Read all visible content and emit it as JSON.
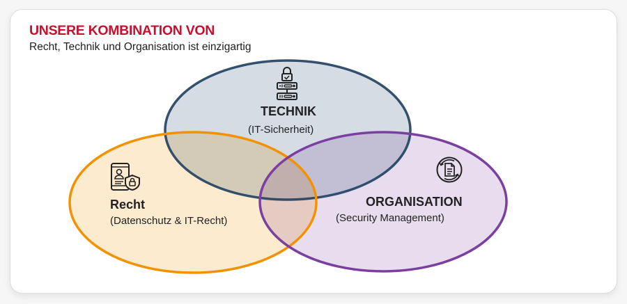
{
  "header": {
    "title": "UNSERE KOMBINATION VON",
    "subtitle": "Recht, Technik und Organisation ist einzigartig"
  },
  "colors": {
    "title_red": "#C8102E",
    "technik_stroke": "#1F3F5F",
    "technik_fill": "#D5DCE3",
    "recht_stroke": "#F39200",
    "recht_fill": "#FDE9CB",
    "organisation_stroke": "#7B3FA0",
    "organisation_fill": "#E6DAEE"
  },
  "circles": {
    "technik": {
      "heading": "TECHNIK",
      "subheading": "(IT-Sicherheit)",
      "icon": "server-lock-icon"
    },
    "recht": {
      "heading": "Recht",
      "subheading": "(Datenschutz & IT-Recht)",
      "icon": "tablet-user-shield-lock-icon"
    },
    "organisation": {
      "heading": "ORGANISATION",
      "subheading": "(Security Management)",
      "icon": "document-cycle-icon"
    }
  }
}
